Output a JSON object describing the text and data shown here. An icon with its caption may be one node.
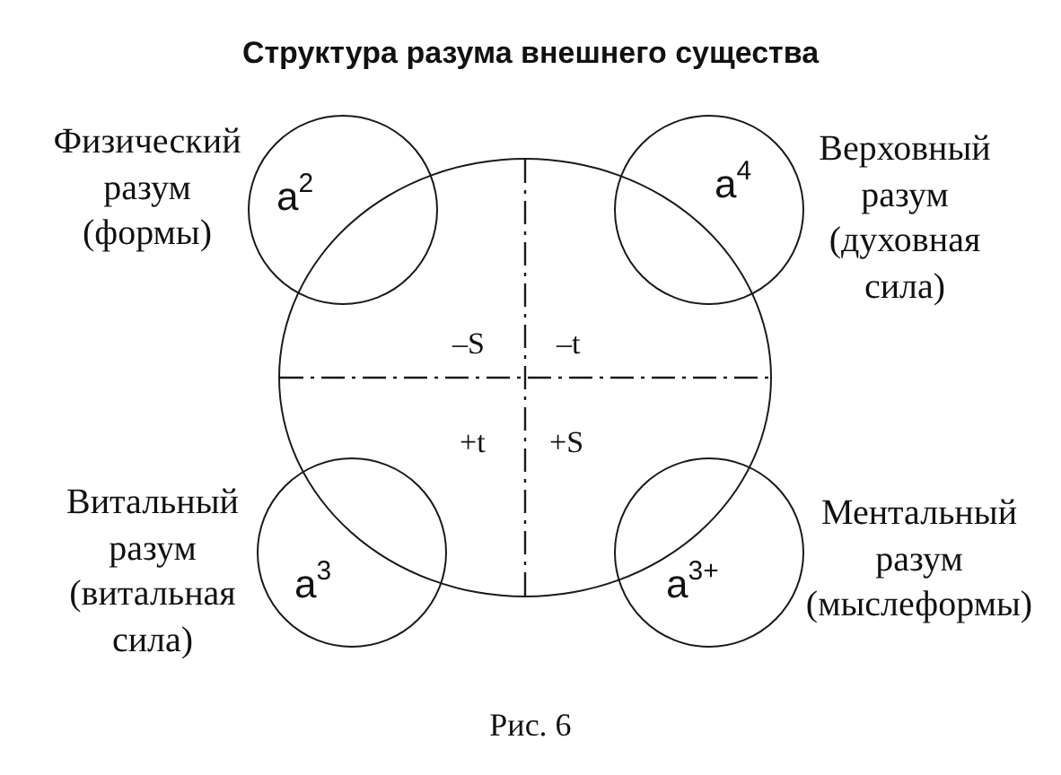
{
  "diagram": {
    "title": "Структура разума внешнего существа",
    "caption": "Рис. 6",
    "nodes": [
      {
        "text": [
          "–S",
          "–t",
          "+t",
          "+S"
        ]
      },
      {
        "text": [
          "a$^{2}$"
        ],
        "beside": [
          "Физический разум (формы)"
        ]
      },
      {
        "text": [
          "a$^{4}$"
        ],
        "beside": [
          "Верховный разум (духовная сила)"
        ]
      },
      {
        "text": [
          "a$^{3}$"
        ],
        "beside": [
          "Витальный разум (витальная сила)"
        ]
      },
      {
        "text": [
          "a$^{3+}$"
        ],
        "beside": [
          "Ментальный разум (мыслеформы)"
        ]
      }
    ]
  }
}
